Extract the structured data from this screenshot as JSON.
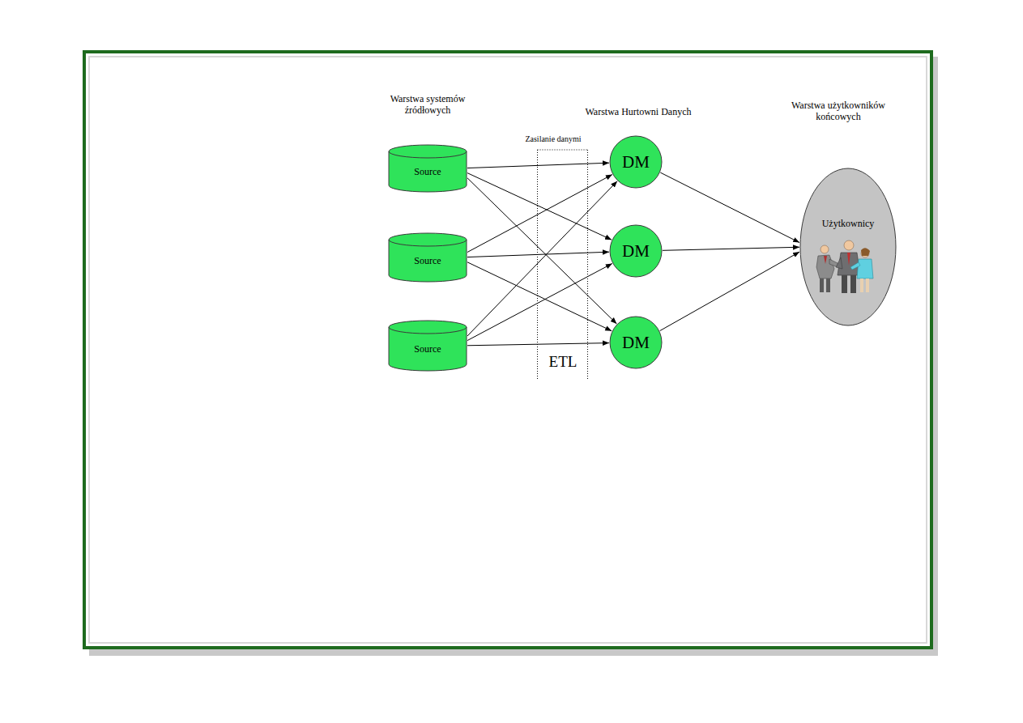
{
  "diagram": {
    "nodes": [
      {
        "text": [
          "Source"
        ]
      },
      {
        "text": [
          "Source"
        ]
      },
      {
        "text": [
          "Source"
        ]
      },
      {
        "text": [
          "DM"
        ]
      },
      {
        "text": [
          "DM"
        ]
      },
      {
        "text": [
          "DM"
        ]
      },
      {
        "text": [
          "Użytkownicy"
        ]
      }
    ],
    "edges": [
      {
        "from": 0,
        "to": 3,
        "arrow": "to"
      },
      {
        "from": 0,
        "to": 4,
        "arrow": "to"
      },
      {
        "from": 0,
        "to": 5,
        "arrow": "to"
      },
      {
        "from": 1,
        "to": 3,
        "arrow": "to"
      },
      {
        "from": 1,
        "to": 4,
        "arrow": "to"
      },
      {
        "from": 1,
        "to": 5,
        "arrow": "to"
      },
      {
        "from": 2,
        "to": 3,
        "arrow": "to"
      },
      {
        "from": 2,
        "to": 4,
        "arrow": "to"
      },
      {
        "from": 2,
        "to": 5,
        "arrow": "to"
      },
      {
        "from": 3,
        "to": 6,
        "arrow": "to"
      },
      {
        "from": 4,
        "to": 6,
        "arrow": "to"
      },
      {
        "from": 5,
        "to": 6,
        "arrow": "to"
      }
    ],
    "labels": [
      "Warstwa systemów źródłowych",
      "Warstwa Hurtowni Danych",
      "Warstwa użytkowników końcowych",
      "Zasilanie danymi",
      "ETL"
    ]
  }
}
